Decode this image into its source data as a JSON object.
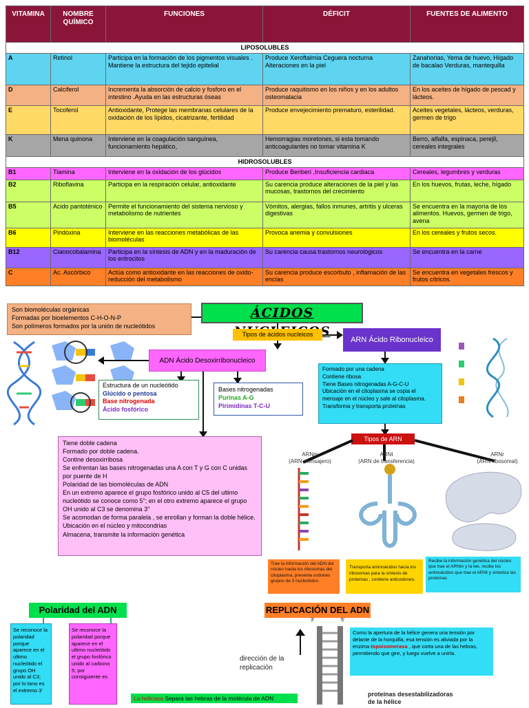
{
  "table": {
    "headers": [
      "VITAMINA",
      "NOMBRE QUÍMICO",
      "FUNCIONES",
      "DÉFICIT",
      "FUENTES DE ALIMENTO"
    ],
    "section_lipo": "LIPOSOLUBLES",
    "section_hidro": "HIDROSOLUBLES",
    "rows": [
      {
        "vit": "A",
        "name": "Retinol",
        "func": "Participa en la formación de los pigmentos visuales . Mantiene la estructura del tejido epitelial",
        "def": "Produce Xeroftalmia Ceguera nocturna Alteraciones en la piel",
        "src": "Zanahorias, Yema de huevo, Hígado de bacalao Verduras, mantequilla"
      },
      {
        "vit": "D",
        "name": "Calciferol",
        "func": "Incrementa la absorción de calcio y fosforo en el intestino .Ayuda en las estructuras óseas",
        "def": "Produce raquitismo en los niños y en los adultos osteomalacia",
        "src": "En los aceites de hígado de pescad y lácteos."
      },
      {
        "vit": "E",
        "name": "Tocoferol",
        "func": "Antioxidante, Protege las membranas celulares de la oxidación de los lípidos, cicatrizante, fertilidad",
        "def": "Produce envejecimiento prematuro, esterilidad.",
        "src": "Aceites vegetales, lácteos, verduras, germen de trigo"
      },
      {
        "vit": "K",
        "name": "Mena quinona",
        "func": "Interviene en la coagulación sanguínea, funcionamiento hepático,",
        "def": "Hemorragias moretones, si esta tomando anticoagulantes no tomar vitamina K",
        "src": "Berro, alfalfa, espinaca, perejil, cereales integrales"
      },
      {
        "vit": "B1",
        "name": "Tiamina",
        "func": "Interviene en la oxidación de los glúcidos",
        "def": "Produce Beriberi ,Insuficiencia cardiaca",
        "src": "Cereales, legumbres y verduras"
      },
      {
        "vit": "B2",
        "name": "Riboflavina",
        "func": "Participa en la respiración celular, antioxidante",
        "def": "Su carencia produce alteraciones de la piel y las mucosas, trastornos del crecimiento",
        "src": "En los huevos, frutas, leche, hígado"
      },
      {
        "vit": "B5",
        "name": "Acido pantoténico",
        "func": "Permite el funcionamiento del sistema nervioso y metabolismo de nutrientes",
        "def": "Vómitos, alergias, fallos inmunes, artritis y ulceras digestivas",
        "src": "Se encuentra en la mayoría de los alimentos. Huevos, germen de trigo, avena"
      },
      {
        "vit": "B6",
        "name": "Piridoxina",
        "func": "Interviene en las reacciones metabólicas de las biomoléculas",
        "def": "Provoca anemia y convulsiones",
        "src": "En los cereales y frutos secos."
      },
      {
        "vit": "B12",
        "name": "Cianocobalamina",
        "func": "Participa en la síntesis de ADN y en la maduración de los eritrocitos",
        "def": "Su carencia causa trastornos neurológicos",
        "src": "Se encuentra en la carne"
      },
      {
        "vit": "C",
        "name": "Ac. Ascórbico",
        "func": "Actúa como antioxidante en las reacciones de oxido-reducción del metabolismo",
        "def": "Su carencia produce escorbuto , inflamación de las encías",
        "src": "Se encuentra en vegetales frescos y frutos cítricos."
      }
    ]
  },
  "nucleic": {
    "intro": [
      "Son biomoléculas orgánicas",
      "Formadas por bioelementos C-H-O-N-P",
      "Son polímeros formados por la unión de nucleótidos"
    ],
    "title": "ÁCIDOS NUCLEICOS",
    "types_label": "Tipos de ácidos nucleicos",
    "arn_title": "ARN Ácido Ribonucleico",
    "adn_title": "ADN Ácido Desoxirribonucleico",
    "nucleotide_title": "Estructura de un nucleótido",
    "nucleotide_items": [
      "Glúcido o pentosa",
      "Base nitrogenada",
      "Ácido fosfórico"
    ],
    "bases_title": "Bases nitrogenadas",
    "purinas": "Purinas A-G",
    "pirimidinas": "Pirimidinas T-C-U",
    "arn_desc": [
      "Formado por una cadena",
      "Contiene ribosa",
      "Tiene Bases nitrogenadas A-G-C-U",
      "Ubicación en el citoplasma se copia el mensaje en el núcleo y sale al citoplasma.",
      "Transforma y transporta proteínas"
    ],
    "adn_desc": [
      "Tiene doble cadena",
      "Formado por doble cadena.",
      "Contine desoxirribosa",
      "Se enfrentan las bases nitrogenadas una A con T y G con C unidas por puente de H",
      "Polaridad de las biomoléculas de ADN",
      "En un extremo aparece el grupo fosfórico unido al C5 del ultimo nucleótido se conoce como 5\"; en el otro extremo aparece el grupo OH unido al C3 se denomina 3\"",
      "Se acomodan de forma paralela , se enrollan y forman la doble hélice.",
      "Ubicación en el núcleo y mitocondrias",
      "Almacena, transmite la información genética"
    ],
    "arn_types_label": "Tipos de ARN",
    "arnm_label": "ARNm",
    "arnm_sub": "(ARN mensajero)",
    "arnt_label": "ARNt",
    "arnt_sub": "(ARN de transferencia)",
    "arnr_label": "ARNr",
    "arnr_sub": "(ARN ribosomal)",
    "arnm_desc": "Trae la información del ADN del núcleo hasta los ribosomas del citoplasma, presenta codones grupos de 3 nucleótidos.",
    "arnt_desc": "Transporta aminoácidos hacia los ribosomas para la síntesis de proteínas , contiene anticodones.",
    "arnr_desc": "Recibe la información genética del núcleo que trae el ARNm y la lee, recibe los aminoácidos que trae el ARNt y sintetiza las proteínas"
  },
  "polarity": {
    "title": "Polaridad del ADN",
    "left_text": "Se reconoce la polaridad porque aparece en el ultimo nucleótido el grupo OH unido al C3; por lo tano es el extremo 3'",
    "right_text": "Se reconoce la polaridad porque aparece en el ultimo nucleótido el grupo fosfórico unido al carbono 5; por consiguiente es"
  },
  "replication": {
    "title": "REPLICACIÓN DEL ADN",
    "direction": "dirección de la replicación",
    "strand_3": "3'",
    "strand_5": "5'",
    "topo_before": "Como la apertura de la hélice genera una tensión por delante de la horquilla, esa tensión es aliviada por la enzima ",
    "topo_enzyme": "topoisomerasa",
    "topo_after": " , que corta una de las hebras, permitiendo que gire, y luego vuelve a unirla.",
    "helicasa_word": "La helicasa",
    "helicasa_text": " Separa las hebras de la molécula de ADN",
    "proteins": "proteínas desestabilizadoras",
    "proteins2": "de la hélice"
  }
}
